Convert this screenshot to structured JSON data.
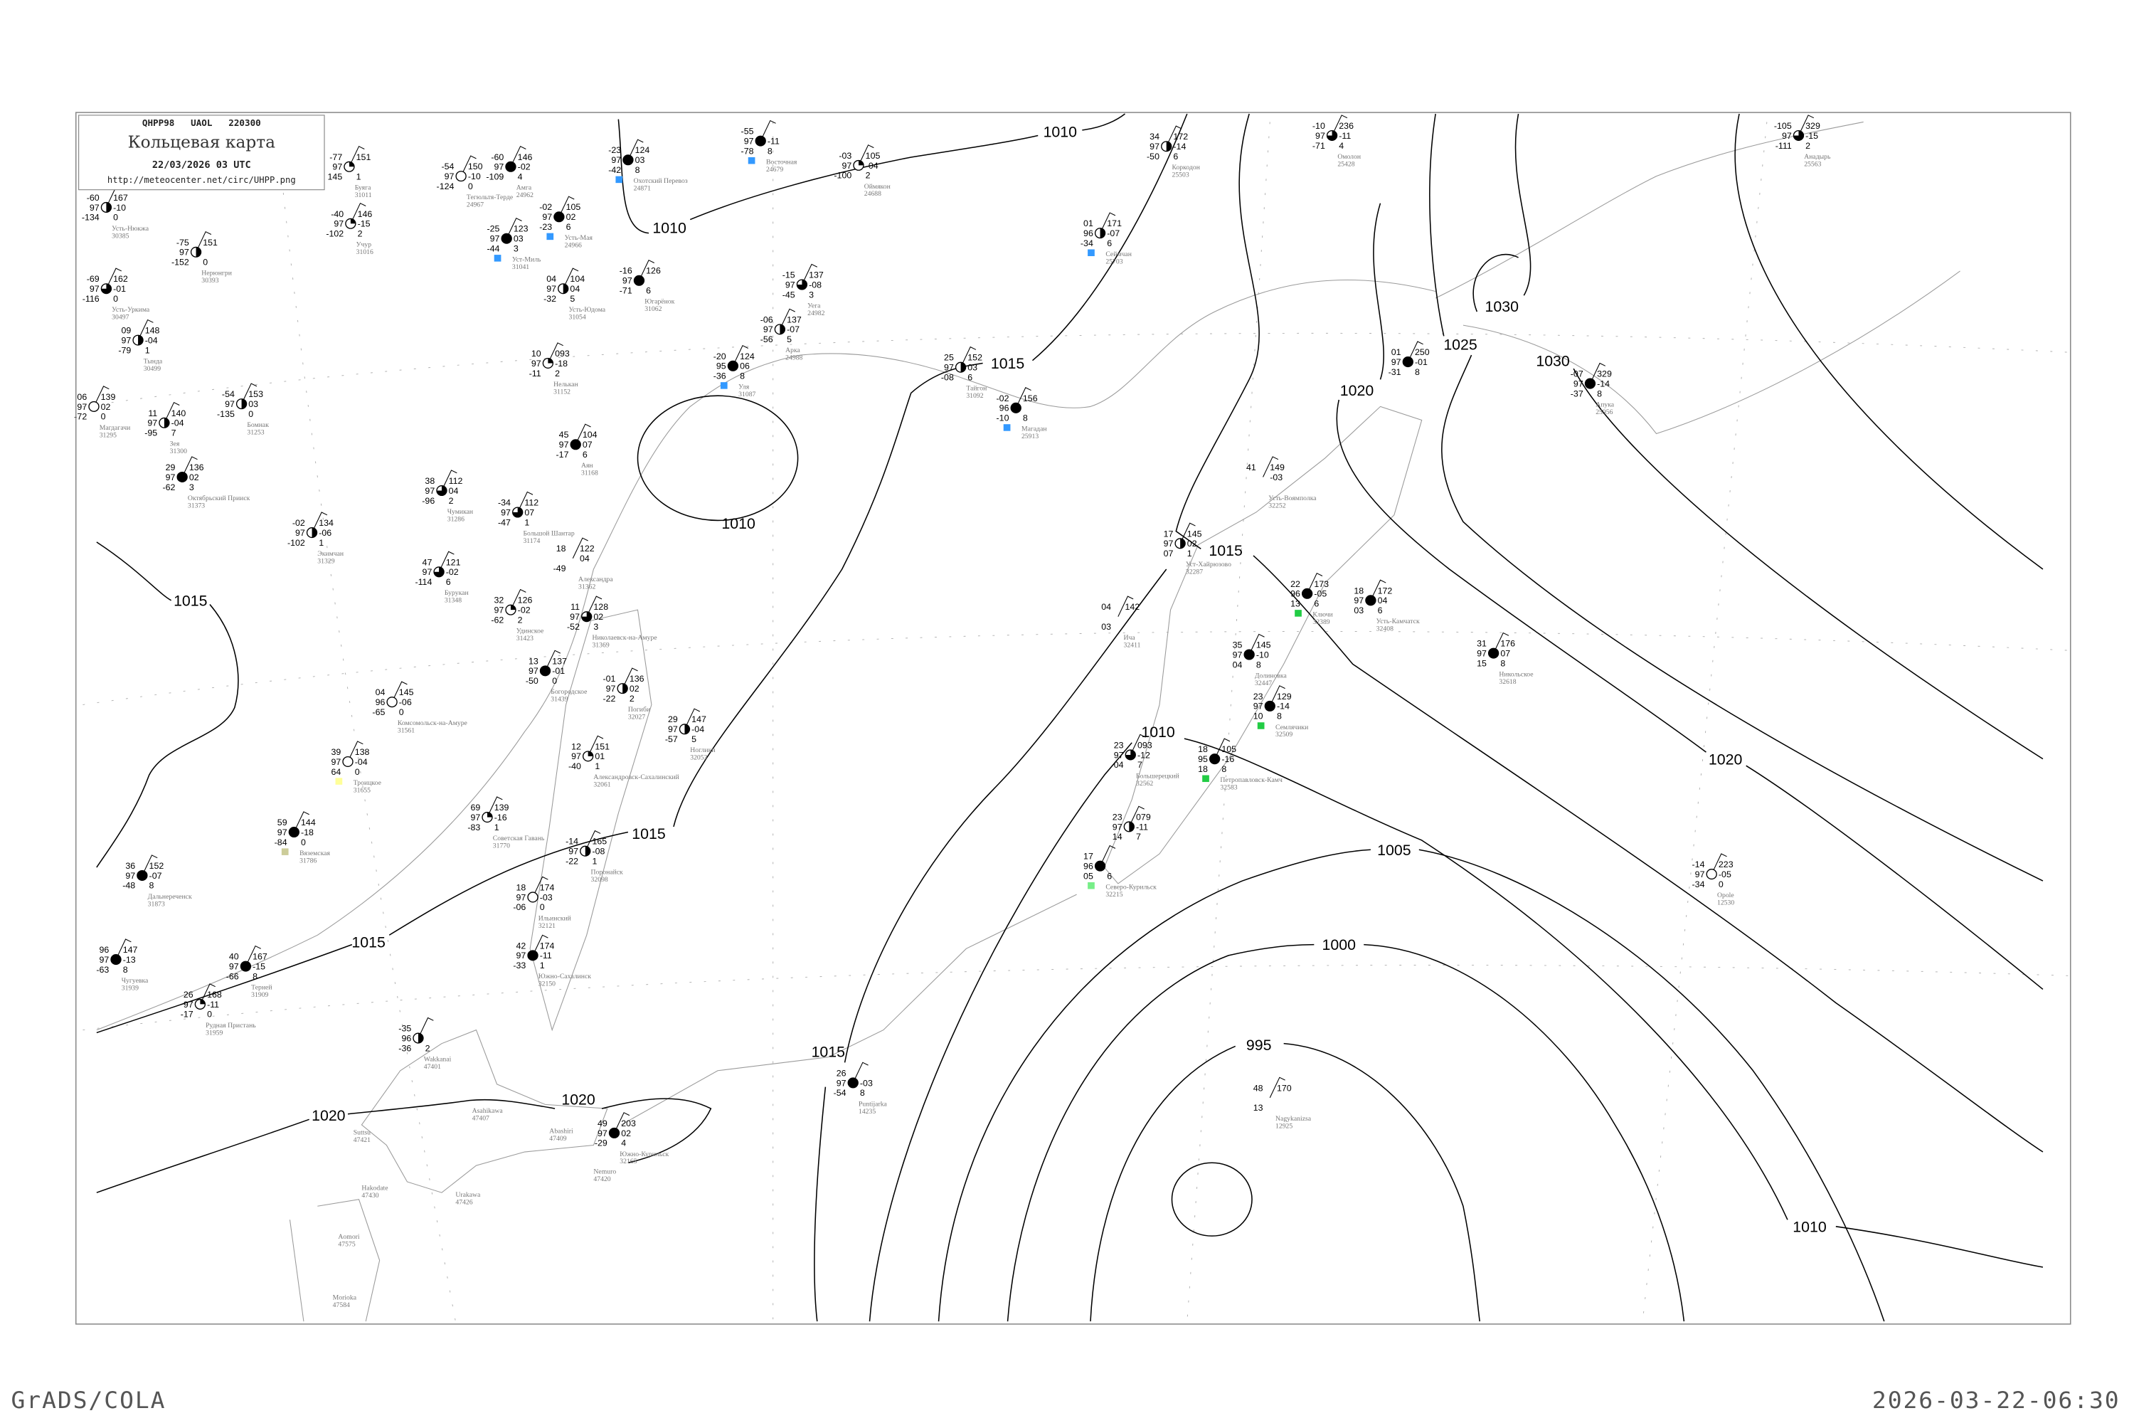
{
  "header": {
    "code_line": "QHPP98   UAOL   220300",
    "title": "Кольцевая карта",
    "datetime": "22/03/2026 03 UTC",
    "url": "http://meteocenter.net/circ/UHPP.png"
  },
  "footer": {
    "left": "GrADS/COLA",
    "right": "2026-03-22-06:30"
  },
  "isobars": [
    {
      "label": "1010"
    },
    {
      "label": "1010"
    },
    {
      "label": "1010"
    },
    {
      "label": "1015"
    },
    {
      "label": "1015"
    },
    {
      "label": "1015"
    },
    {
      "label": "1015"
    },
    {
      "label": "1015"
    },
    {
      "label": "1015"
    },
    {
      "label": "1010"
    },
    {
      "label": "1020"
    },
    {
      "label": "1025"
    },
    {
      "label": "1030"
    },
    {
      "label": "1030"
    },
    {
      "label": "1020"
    },
    {
      "label": "1005"
    },
    {
      "label": "1000"
    },
    {
      "label": "995"
    },
    {
      "label": "1010"
    },
    {
      "label": "1020"
    },
    {
      "label": "1020"
    }
  ],
  "colors": {
    "blue": "#3399ff",
    "green": "#22cc44",
    "light_green": "#77ee88",
    "yellow": "#ffff99",
    "khaki": "#cccc99"
  },
  "stations": [
    {
      "name": "Усть-Нюкжа",
      "id": "30385",
      "t": "-60",
      "v": "97",
      "td": "-134",
      "p": "167",
      "dp": "-10",
      "x": "0",
      "cover": 0.5
    },
    {
      "name": "Буяга",
      "id": "31011",
      "t": "-77",
      "v": "97",
      "td": "145",
      "p": "151",
      "dp": "",
      "x": "1",
      "cover": 0.25
    },
    {
      "name": "Тегюльтя-Терде",
      "id": "24967",
      "t": "-54",
      "v": "97",
      "td": "-124",
      "p": "150",
      "dp": "-10",
      "x": "0",
      "cover": 0
    },
    {
      "name": "Амга",
      "id": "24962",
      "t": "-60",
      "v": "97",
      "td": "-109",
      "p": "146",
      "dp": "-02",
      "x": "4",
      "cover": 1
    },
    {
      "name": "Охотский Перевоз",
      "id": "24871",
      "t": "-23",
      "v": "97",
      "td": "-42",
      "p": "124",
      "dp": "03",
      "x": "8",
      "cover": 1,
      "marker": "#3399ff"
    },
    {
      "name": "Восточная",
      "id": "24679",
      "t": "-55",
      "v": "97",
      "td": "-78",
      "p": "",
      "dp": "-11",
      "x": "8",
      "cover": 1,
      "marker": "#3399ff"
    },
    {
      "name": "Оймякон",
      "id": "24688",
      "t": "-03",
      "v": "97",
      "td": "-100",
      "p": "105",
      "dp": "-04",
      "x": "2",
      "cover": 0.25
    },
    {
      "name": "Учур",
      "id": "31016",
      "t": "-40",
      "v": "97",
      "td": "-102",
      "p": "146",
      "dp": "-15",
      "x": "2",
      "cover": 0.25
    },
    {
      "name": "Нерюнгри",
      "id": "30393",
      "t": "-75",
      "v": "97",
      "td": "-152",
      "p": "151",
      "dp": "",
      "x": "0",
      "cover": 0.5
    },
    {
      "name": "Уст-Миль",
      "id": "31041",
      "t": "-25",
      "v": "97",
      "td": "-44",
      "p": "123",
      "dp": "03",
      "x": "3",
      "cover": 1,
      "marker": "#3399ff"
    },
    {
      "name": "Усть-Мая",
      "id": "24966",
      "t": "-02",
      "v": "97",
      "td": "-23",
      "p": "105",
      "dp": "02",
      "x": "6",
      "cover": 1,
      "marker": "#3399ff"
    },
    {
      "name": "Усть-Юдома",
      "id": "31054",
      "t": "04",
      "v": "97",
      "td": "-32",
      "p": "104",
      "dp": "04",
      "x": "5",
      "cover": 0.5
    },
    {
      "name": "Югарёнок",
      "id": "31062",
      "t": "-16",
      "v": "97",
      "td": "-71",
      "p": "126",
      "dp": "",
      "x": "6",
      "cover": 1
    },
    {
      "name": "Уега",
      "id": "24982",
      "t": "-15",
      "v": "97",
      "td": "-45",
      "p": "137",
      "dp": "-08",
      "x": "3",
      "cover": 0.75
    },
    {
      "name": "Арка",
      "id": "24988",
      "t": "-06",
      "v": "97",
      "td": "-56",
      "p": "137",
      "dp": "-07",
      "x": "5",
      "cover": 0.5
    },
    {
      "name": "Усть-Уркима",
      "id": "30497",
      "t": "-69",
      "v": "97",
      "td": "-116",
      "p": "162",
      "dp": "-01",
      "x": "0",
      "cover": 0.75
    },
    {
      "name": "Тында",
      "id": "30499",
      "t": "09",
      "v": "97",
      "td": "-79",
      "p": "148",
      "dp": "-04",
      "x": "1",
      "cover": 0.5
    },
    {
      "name": "Нелькан",
      "id": "31152",
      "t": "10",
      "v": "97",
      "td": "-11",
      "p": "093",
      "dp": "-18",
      "x": "2",
      "cover": 0.25
    },
    {
      "name": "Уля",
      "id": "31087",
      "t": "-20",
      "v": "95",
      "td": "-36",
      "p": "124",
      "dp": "06",
      "x": "8",
      "cover": 1,
      "marker": "#3399ff"
    },
    {
      "name": "Тайгон",
      "id": "31092",
      "t": "25",
      "v": "97",
      "td": "-08",
      "p": "152",
      "dp": "03",
      "x": "6",
      "cover": 0.5
    },
    {
      "name": "Магадан",
      "id": "25913",
      "t": "-02",
      "v": "96",
      "td": "-10",
      "p": "156",
      "dp": "",
      "x": "8",
      "cover": 1,
      "marker": "#3399ff"
    },
    {
      "name": "Сеймчан",
      "id": "25703",
      "t": "01",
      "v": "96",
      "td": "-34",
      "p": "171",
      "dp": "-07",
      "x": "6",
      "cover": 0.5,
      "marker": "#3399ff"
    },
    {
      "name": "Коркодон",
      "id": "25503",
      "t": "34",
      "v": "97",
      "td": "-50",
      "p": "172",
      "dp": "-14",
      "x": "6",
      "cover": 0.5
    },
    {
      "name": "Омолон",
      "id": "25428",
      "t": "-10",
      "v": "97",
      "td": "-71",
      "p": "236",
      "dp": "-11",
      "x": "4",
      "cover": 0.75
    },
    {
      "name": "Анадырь",
      "id": "25563",
      "t": "-105",
      "v": "97",
      "td": "-111",
      "p": "329",
      "dp": "-15",
      "x": "2",
      "cover": 0.75
    },
    {
      "name": "",
      "id": "",
      "t": "01",
      "v": "97",
      "td": "-31",
      "p": "250",
      "dp": "-01",
      "x": "8",
      "cover": 1
    },
    {
      "name": "Апука",
      "id": "25956",
      "t": "-07",
      "v": "97",
      "td": "-37",
      "p": "329",
      "dp": "-14",
      "x": "8",
      "cover": 1
    },
    {
      "name": "Магдагачи",
      "id": "31295",
      "t": "06",
      "v": "97",
      "td": "-72",
      "p": "139",
      "dp": "02",
      "x": "0",
      "cover": 0
    },
    {
      "name": "Зея",
      "id": "31300",
      "t": "11",
      "v": "97",
      "td": "-95",
      "p": "140",
      "dp": "-04",
      "x": "7",
      "cover": 0.5
    },
    {
      "name": "Бомнак",
      "id": "31253",
      "t": "-54",
      "v": "97",
      "td": "-135",
      "p": "153",
      "dp": "03",
      "x": "0",
      "cover": 0.5
    },
    {
      "name": "Аян",
      "id": "31168",
      "t": "45",
      "v": "97",
      "td": "-17",
      "p": "104",
      "dp": "07",
      "x": "6",
      "cover": 1
    },
    {
      "name": "Октябрьский Прииск",
      "id": "31373",
      "t": "29",
      "v": "97",
      "td": "-62",
      "p": "136",
      "dp": "02",
      "x": "3",
      "cover": 1
    },
    {
      "name": "Чумикан",
      "id": "31286",
      "t": "38",
      "v": "97",
      "td": "-96",
      "p": "112",
      "dp": "04",
      "x": "2",
      "cover": 0.75
    },
    {
      "name": "Большой Шантар",
      "id": "31174",
      "t": "-34",
      "v": "97",
      "td": "-47",
      "p": "112",
      "dp": "07",
      "x": "1",
      "cover": 0.75
    },
    {
      "name": "Александра",
      "id": "31362",
      "t": "18",
      "v": "",
      "td": "-49",
      "p": "122",
      "dp": "04",
      "x": "",
      "cover": -1
    },
    {
      "name": "Удинское",
      "id": "31423",
      "t": "32",
      "v": "97",
      "td": "-62",
      "p": "126",
      "dp": "-02",
      "x": "2",
      "cover": 0.25
    },
    {
      "name": "Николаевск-на-Амуре",
      "id": "31369",
      "t": "11",
      "v": "97",
      "td": "-52",
      "p": "128",
      "dp": "02",
      "x": "3",
      "cover": 0.75
    },
    {
      "name": "Богородское",
      "id": "31439",
      "t": "13",
      "v": "97",
      "td": "-50",
      "p": "137",
      "dp": "-01",
      "x": "0",
      "cover": 1
    },
    {
      "name": "Погиби",
      "id": "32027",
      "t": "-01",
      "v": "97",
      "td": "-22",
      "p": "136",
      "dp": "02",
      "x": "2",
      "cover": 0.5
    },
    {
      "name": "Ноглики",
      "id": "32053",
      "t": "29",
      "v": "97",
      "td": "-57",
      "p": "147",
      "dp": "-04",
      "x": "5",
      "cover": 0.5
    },
    {
      "name": "Александровск-Сахалинский",
      "id": "32061",
      "t": "12",
      "v": "97",
      "td": "-40",
      "p": "151",
      "dp": "01",
      "x": "1",
      "cover": 0.25
    },
    {
      "name": "Экимчан",
      "id": "31329",
      "t": "-02",
      "v": "97",
      "td": "-102",
      "p": "134",
      "dp": "-06",
      "x": "1",
      "cover": 0.5
    },
    {
      "name": "Бурукан",
      "id": "31348",
      "t": "47",
      "v": "97",
      "td": "-114",
      "p": "121",
      "dp": "-02",
      "x": "6",
      "cover": 0.75
    },
    {
      "name": "Советская Гавань",
      "id": "31770",
      "t": "69",
      "v": "97",
      "td": "-83",
      "p": "139",
      "dp": "-16",
      "x": "1",
      "cover": 0.25
    },
    {
      "name": "Поронайск",
      "id": "32098",
      "t": "-14",
      "v": "97",
      "td": "-22",
      "p": "165",
      "dp": "-08",
      "x": "1",
      "cover": 0.5
    },
    {
      "name": "Ильинский",
      "id": "32121",
      "t": "18",
      "v": "97",
      "td": "-06",
      "p": "174",
      "dp": "-03",
      "x": "0",
      "cover": 0
    },
    {
      "name": "Южно-Сахалинск",
      "id": "32150",
      "t": "42",
      "v": "97",
      "td": "-33",
      "p": "174",
      "dp": "-11",
      "x": "1",
      "cover": 1
    },
    {
      "name": "Терней",
      "id": "31909",
      "t": "40",
      "v": "97",
      "td": "-66",
      "p": "167",
      "dp": "-15",
      "x": "8",
      "cover": 1
    },
    {
      "name": "Рудная Пристань",
      "id": "31959",
      "t": "26",
      "v": "97",
      "td": "-17",
      "p": "168",
      "dp": "-11",
      "x": "0",
      "cover": 0.25
    },
    {
      "name": "Дальнереченск",
      "id": "31873",
      "t": "36",
      "v": "97",
      "td": "-48",
      "p": "152",
      "dp": "-07",
      "x": "8",
      "cover": 1
    },
    {
      "name": "Чугуевка",
      "id": "31939",
      "t": "96",
      "v": "97",
      "td": "-63",
      "p": "147",
      "dp": "-13",
      "x": "8",
      "cover": 1
    },
    {
      "name": "Вяземская",
      "id": "31786",
      "t": "59",
      "v": "97",
      "td": "-84",
      "p": "144",
      "dp": "-18",
      "x": "0",
      "cover": 1,
      "marker": "#cccc99"
    },
    {
      "name": "Троицкое",
      "id": "31655",
      "t": "39",
      "v": "97",
      "td": "64",
      "p": "138",
      "dp": "-04",
      "x": "0",
      "cover": 0,
      "marker": "#ffff99"
    },
    {
      "name": "Wakkanai",
      "id": "47401",
      "t": "-35",
      "v": "96",
      "td": "-36",
      "p": "",
      "dp": "",
      "x": "2",
      "cover": 0.5
    },
    {
      "name": "Южно-Курильск",
      "id": "32165",
      "t": "49",
      "v": "97",
      "td": "-29",
      "p": "203",
      "dp": "02",
      "x": "4",
      "cover": 1
    },
    {
      "name": "Puntijarka",
      "id": "14235",
      "t": "26",
      "v": "97",
      "td": "-54",
      "p": "",
      "dp": "-03",
      "x": "8",
      "cover": 1
    },
    {
      "name": "Nagykanizsa",
      "id": "12925",
      "t": "48",
      "v": "",
      "td": "13",
      "p": "170",
      "dp": "",
      "x": "",
      "cover": -1
    },
    {
      "name": "Opole",
      "id": "12530",
      "t": "-14",
      "v": "97",
      "td": "-34",
      "p": "223",
      "dp": "-05",
      "x": "0",
      "cover": 0
    },
    {
      "name": "Петропавловск-Камч",
      "id": "32583",
      "t": "18",
      "v": "95",
      "td": "18",
      "p": "105",
      "dp": "-16",
      "x": "8",
      "cover": 1,
      "marker": "#22cc44"
    },
    {
      "name": "Большерецкий",
      "id": "32562",
      "t": "23",
      "v": "97",
      "td": "04",
      "p": "093",
      "dp": "-12",
      "x": "7",
      "cover": 0.75
    },
    {
      "name": "Семлячики",
      "id": "32509",
      "t": "23",
      "v": "97",
      "td": "10",
      "p": "129",
      "dp": "-14",
      "x": "8",
      "cover": 1,
      "marker": "#22cc44"
    },
    {
      "name": "Долиновка",
      "id": "32447",
      "t": "35",
      "v": "97",
      "td": "04",
      "p": "145",
      "dp": "-10",
      "x": "8",
      "cover": 1
    },
    {
      "name": "Ключи",
      "id": "32389",
      "t": "22",
      "v": "96",
      "td": "13",
      "p": "173",
      "dp": "-05",
      "x": "6",
      "cover": 1,
      "marker": "#22cc44"
    },
    {
      "name": "Усть-Камчатск",
      "id": "32408",
      "t": "18",
      "v": "97",
      "td": "03",
      "p": "172",
      "dp": "04",
      "x": "6",
      "cover": 1
    },
    {
      "name": "Уст-Хайрюзово",
      "id": "32287",
      "t": "17",
      "v": "97",
      "td": "07",
      "p": "145",
      "dp": "02",
      "x": "1",
      "cover": 0.5
    },
    {
      "name": "Никольское",
      "id": "32618",
      "t": "31",
      "v": "97",
      "td": "15",
      "p": "176",
      "dp": "07",
      "x": "8",
      "cover": 1
    },
    {
      "name": "Ича",
      "id": "32411",
      "t": "04",
      "v": "",
      "td": "03",
      "p": "142",
      "dp": "",
      "x": "",
      "cover": -1
    },
    {
      "name": "Усть-Воямполка",
      "id": "32252",
      "t": "41",
      "v": "",
      "td": "",
      "p": "149",
      "dp": "-03",
      "x": "",
      "cover": -1
    },
    {
      "name": "Северо-Курильск",
      "id": "32215",
      "t": "17",
      "v": "96",
      "td": "05",
      "p": "",
      "dp": "",
      "x": "6",
      "cover": 1,
      "marker": "#77ee88"
    },
    {
      "name": "",
      "id": "",
      "t": "23",
      "v": "97",
      "td": "14",
      "p": "079",
      "dp": "-11",
      "x": "7",
      "cover": 0.5
    },
    {
      "name": "Комсомольск-на-Амуре",
      "id": "31561",
      "t": "04",
      "v": "96",
      "td": "-65",
      "p": "145",
      "dp": "-06",
      "x": "0",
      "cover": 0
    }
  ],
  "place_labels": [
    {
      "name": "Hakodate",
      "id": "47430"
    },
    {
      "name": "Urakawa",
      "id": "47426"
    },
    {
      "name": "Nemuro",
      "id": "47420"
    },
    {
      "name": "Abashiri",
      "id": "47409"
    },
    {
      "name": "Asahikawa",
      "id": "47407"
    },
    {
      "name": "Suttsu",
      "id": "47421"
    },
    {
      "name": "Aomori",
      "id": "47575"
    },
    {
      "name": "Morioka",
      "id": "47584"
    }
  ]
}
